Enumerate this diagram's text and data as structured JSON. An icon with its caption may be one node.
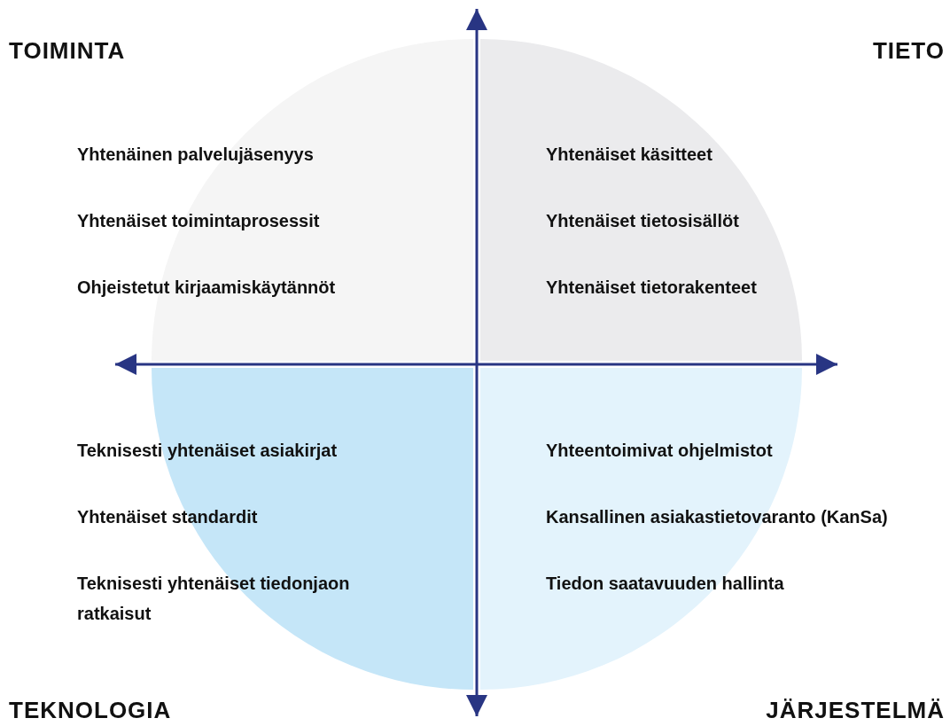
{
  "diagram": {
    "nodes": [
      {
        "text": [
          "TOIMINTA",
          "Yhtenäinen palvelujäsenyys",
          "Yhtenäiset toimintaprosessit",
          "Ohjeistetut kirjaamiskäytännöt"
        ]
      },
      {
        "text": [
          "TIETO",
          "Yhtenäiset käsitteet",
          "Yhtenäiset tietosisällöt",
          "Yhtenäiset tietorakenteet"
        ]
      },
      {
        "text": [
          "TEKNOLOGIA",
          "Teknisesti yhtenäiset asiakirjat",
          "Yhtenäiset standardit",
          "Teknisesti yhtenäiset tiedonjaon ratkaisut"
        ]
      },
      {
        "text": [
          "JÄRJESTELMÄ",
          "Yhteentoimivat ohjelmistot",
          "Kansallinen asiakastietovaranto (KanSa)",
          "Tiedon saatavuuden hallinta"
        ]
      }
    ]
  }
}
